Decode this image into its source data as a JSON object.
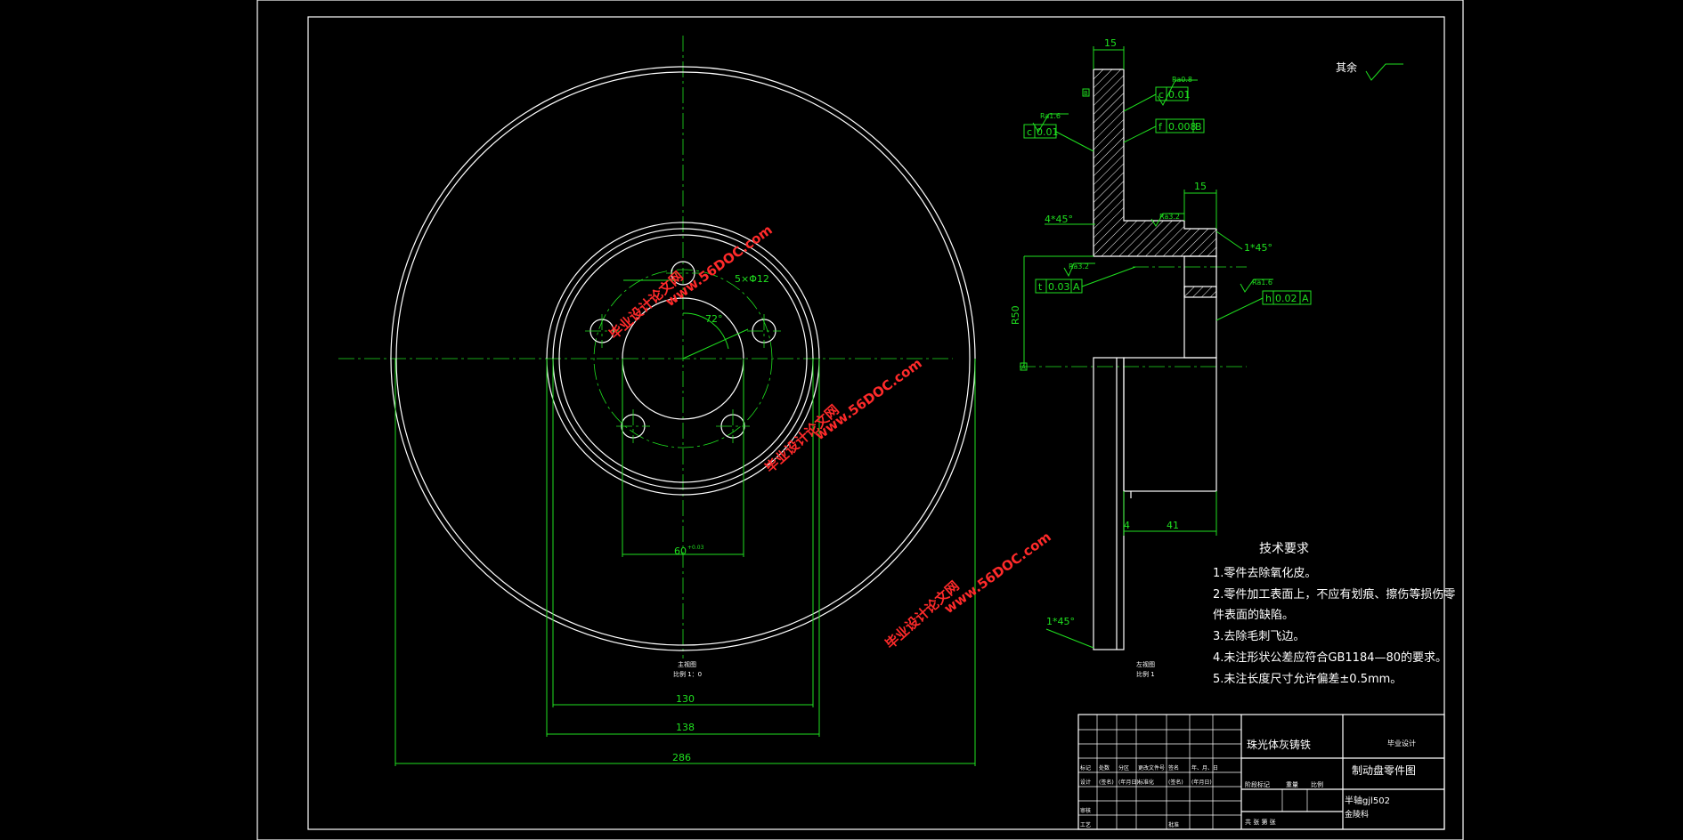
{
  "dimensions": {
    "d286": "286",
    "d138": "138",
    "d130": "130",
    "d60": "60",
    "d60_tol": "+0.03",
    "holes": "5×Φ12",
    "angle": "72°",
    "r50": "R50",
    "side_top_15": "15",
    "side_hub_15": "15",
    "side_4": "4",
    "side_41": "41",
    "chamfer_4x45": "4*45°",
    "chamfer_1x45_a": "1*45°",
    "chamfer_1x45_b": "1*45°"
  },
  "roughness": {
    "rest": "其余",
    "ra08": "Ra0.8",
    "ra16_a": "Ra1.6",
    "ra16_b": "Ra1.6",
    "ra32_a": "Ra3.2",
    "ra32_b": "Ra3.2"
  },
  "tolerances": {
    "f1": {
      "sym": "c",
      "val": "0.01"
    },
    "f2": {
      "sym": "c",
      "val": "0.01"
    },
    "f3": {
      "sym": "f",
      "val": "0.008",
      "ref": "B"
    },
    "f4": {
      "sym": "t",
      "val": "0.03",
      "ref": "A"
    },
    "f5": {
      "sym": "h",
      "val": "0.02",
      "ref": "A"
    },
    "datum_b": "B",
    "datum_a": "A"
  },
  "view_labels": {
    "front_1": "主视图",
    "front_2": "比例 1：0",
    "side_1": "左视图",
    "side_2": "比例 1"
  },
  "notes": {
    "title": "技术要求",
    "items": [
      "1.零件去除氧化皮。",
      "2.零件加工表面上，不应有划痕、擦伤等损伤零",
      "件表面的缺陷。",
      "3.去除毛刺飞边。",
      "4.未注形状公差应符合GB1184—80的要求。",
      "5.未注长度尺寸允许偏差±0.5mm。"
    ]
  },
  "title_block": {
    "material": "珠光体灰铸铁",
    "part_name": "制动盘零件图",
    "code": "毕业设计",
    "school": "金陵科",
    "drawing_no": "半轴gjl502",
    "small_row": [
      "标记",
      "处数",
      "分区",
      "更改文件号",
      "签名",
      "年、月、日"
    ],
    "small_row2": [
      "设计",
      "(签名)",
      "(年月日)",
      "标准化",
      "(签名)",
      "(年月日)"
    ],
    "stage": "阶段标记",
    "weight": "重量",
    "scale": "比例",
    "review": "审核",
    "process": "工艺",
    "approve": "批准",
    "sheet": "共  张  第  张"
  },
  "watermarks": {
    "cn": "毕业设计论文网",
    "url": "www.56DOC.com"
  }
}
